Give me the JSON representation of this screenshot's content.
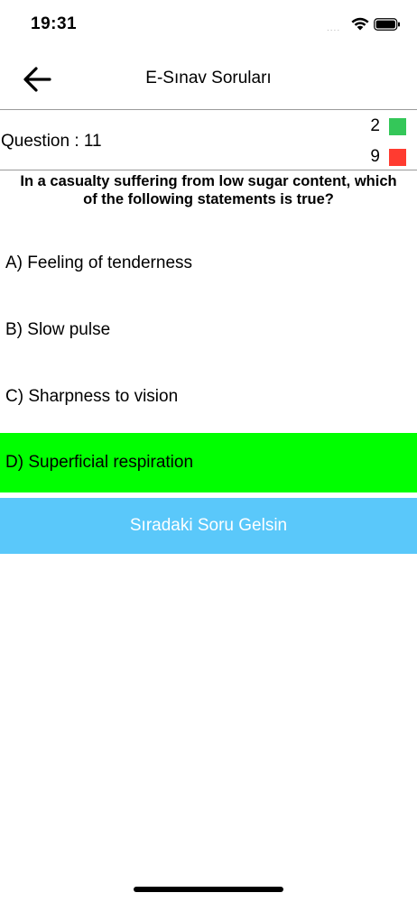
{
  "status_bar": {
    "time": "19:31",
    "signal_dots": "....",
    "wifi_icon": "wifi-icon",
    "battery_icon": "battery-icon"
  },
  "nav": {
    "back_icon": "arrow-left-icon",
    "title": "E-Sınav Soruları"
  },
  "quiz": {
    "question_label": "Question : 11",
    "correct_count": "2",
    "wrong_count": "9",
    "question_text": "In a casualty suffering from low sugar content, which of the following statements is true?",
    "options": [
      {
        "label": "A) Feeling of tenderness",
        "state": "normal"
      },
      {
        "label": "B) Slow pulse",
        "state": "normal"
      },
      {
        "label": "C) Sharpness to vision",
        "state": "normal"
      },
      {
        "label": "D) Superficial respiration",
        "state": "correct"
      }
    ],
    "next_button_label": "Sıradaki Soru Gelsin"
  },
  "colors": {
    "correct_square": "#34c759",
    "wrong_square": "#ff3b30",
    "correct_option_bg": "#00ff00",
    "next_button_bg": "#5ac8fa",
    "divider": "#9a9a9a"
  }
}
